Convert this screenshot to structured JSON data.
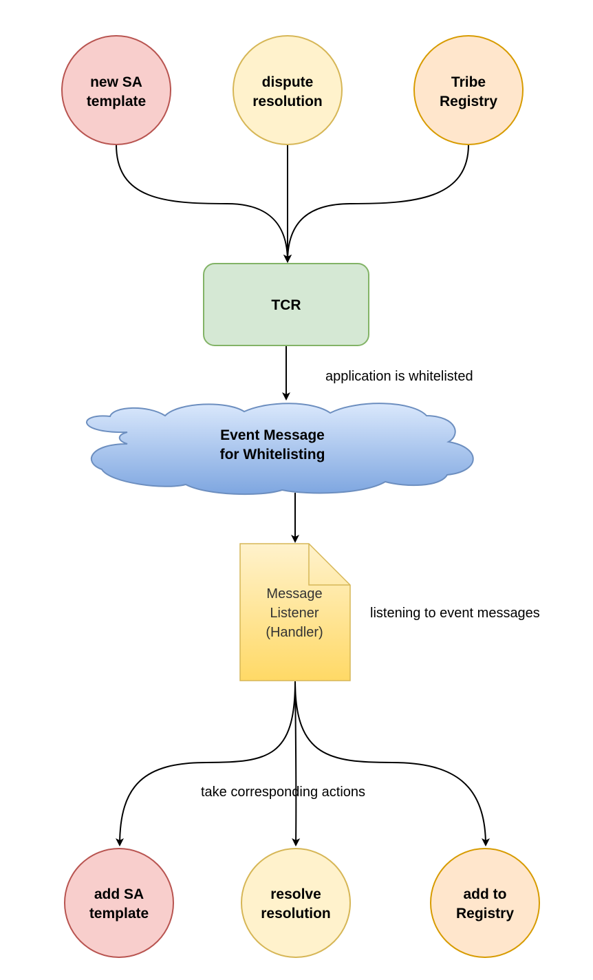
{
  "nodes": {
    "new_sa_template": {
      "line1": "new SA",
      "line2": "template",
      "fill": "#f8cecc",
      "stroke": "#b85450"
    },
    "dispute_resolution": {
      "line1": "dispute",
      "line2": "resolution",
      "fill": "#fff2cc",
      "stroke": "#d6b656"
    },
    "tribe_registry": {
      "line1": "Tribe",
      "line2": "Registry",
      "fill": "#ffe6cc",
      "stroke": "#d79b00"
    },
    "tcr": {
      "label": "TCR",
      "fill": "#d5e8d4",
      "stroke": "#82b366"
    },
    "event_message": {
      "line1": "Event Message",
      "line2": "for Whitelisting",
      "fill_top": "#dae8fc",
      "fill_bottom": "#7ea6e0",
      "stroke": "#6c8ebf"
    },
    "message_listener": {
      "line1": "Message",
      "line2": "Listener",
      "line3": "(Handler)",
      "fill_top": "#fff2cc",
      "fill_bottom": "#ffd966",
      "stroke": "#d6b656"
    },
    "add_sa_template": {
      "line1": "add SA",
      "line2": "template",
      "fill": "#f8cecc",
      "stroke": "#b85450"
    },
    "resolve_resolution": {
      "line1": "resolve",
      "line2": "resolution",
      "fill": "#fff2cc",
      "stroke": "#d6b656"
    },
    "add_to_registry": {
      "line1": "add to",
      "line2": "Registry",
      "fill": "#ffe6cc",
      "stroke": "#d79b00"
    }
  },
  "edge_labels": {
    "whitelisted": "application is whitelisted",
    "listening": "listening to event messages",
    "actions": "take corresponding actions"
  },
  "colors": {
    "edge": "#000000"
  }
}
